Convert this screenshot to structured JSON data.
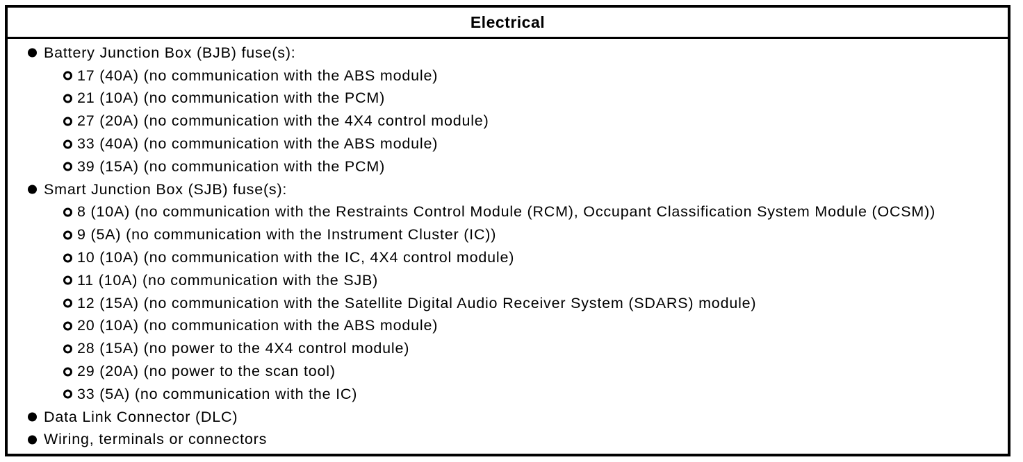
{
  "doc": {
    "title": "Electrical",
    "colors": {
      "text": "#000000",
      "background": "#ffffff",
      "border": "#000000"
    },
    "icons": {
      "level1_bullet": "filled-circle-bullet",
      "level2_bullet": "open-circle-bullet"
    },
    "sections": [
      {
        "label": "Battery Junction Box (BJB) fuse(s):",
        "items": [
          "17 (40A) (no communication with the ABS module)",
          "21 (10A) (no communication with the PCM)",
          "27 (20A) (no communication with the 4X4 control module)",
          "33 (40A) (no communication with the ABS module)",
          "39 (15A) (no communication with the PCM)"
        ]
      },
      {
        "label": "Smart Junction Box (SJB) fuse(s):",
        "items": [
          "8 (10A) (no communication with the Restraints Control Module (RCM), Occupant Classification System Module (OCSM))",
          "9 (5A) (no communication with the Instrument Cluster (IC))",
          "10 (10A) (no communication with the IC, 4X4 control module)",
          "11 (10A) (no communication with the SJB)",
          "12 (15A) (no communication with the Satellite Digital Audio Receiver System (SDARS) module)",
          "20 (10A) (no communication with the ABS module)",
          "28 (15A) (no power to the 4X4 control module)",
          "29 (20A) (no power to the scan tool)",
          "33 (5A) (no communication with the IC)"
        ]
      },
      {
        "label": "Data Link Connector (DLC)",
        "items": []
      },
      {
        "label": "Wiring, terminals or connectors",
        "items": []
      }
    ]
  }
}
